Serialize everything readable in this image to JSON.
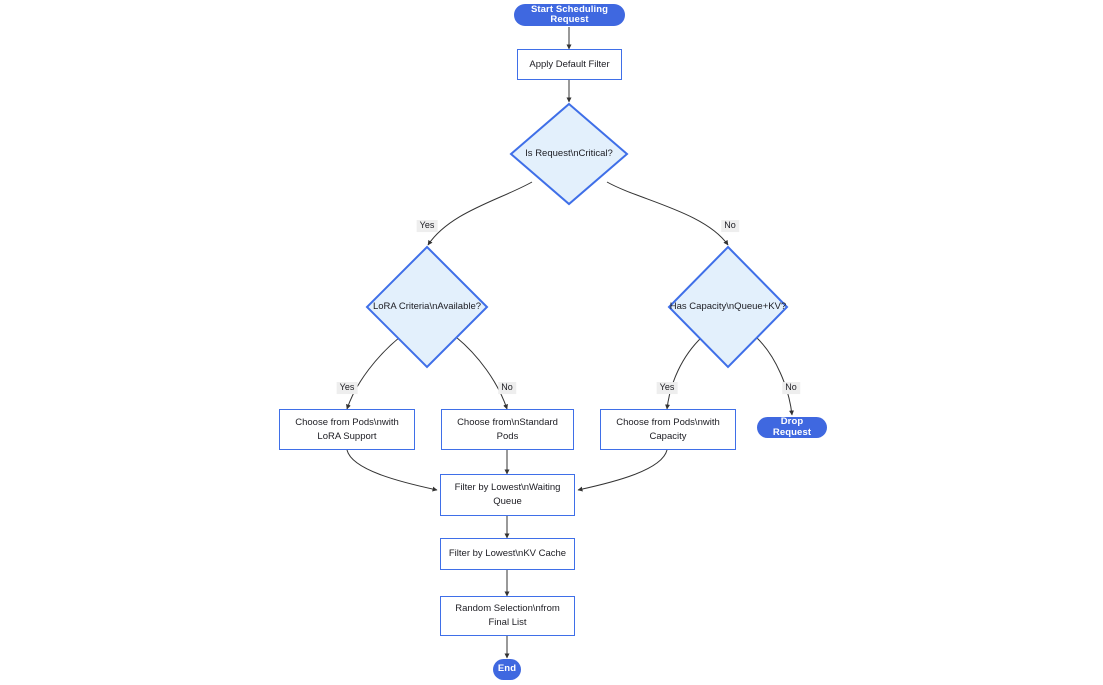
{
  "diagram": {
    "type": "flowchart",
    "title": "",
    "colors": {
      "terminal_fill": "#3f68e0",
      "terminal_text": "#ffffff",
      "process_fill": "#ffffff",
      "process_border": "#3f6fe8",
      "process_text": "#1c1c22",
      "decision_fill": "#e3f0fc",
      "decision_border": "#3f6fe8",
      "edge_stroke": "#333333",
      "edge_label_bg": "#eeeeee"
    },
    "nodes": {
      "start": {
        "label": "Start Scheduling Request",
        "shape": "pill"
      },
      "apply_default_filter": {
        "label": "Apply Default Filter",
        "shape": "rect"
      },
      "is_request_critical": {
        "label": "Is Request\\nCritical?",
        "shape": "diamond"
      },
      "lora_criteria_available": {
        "label": "LoRA Criteria\\nAvailable?",
        "shape": "diamond"
      },
      "has_capacity": {
        "label": "Has Capacity\\nQueue+KV?",
        "shape": "diamond"
      },
      "choose_lora_pods": {
        "label": "Choose from Pods\\nwith LoRA Support",
        "shape": "rect"
      },
      "choose_standard_pods": {
        "label": "Choose from\\nStandard Pods",
        "shape": "rect"
      },
      "choose_capacity_pods": {
        "label": "Choose from Pods\\nwith Capacity",
        "shape": "rect"
      },
      "drop_request": {
        "label": "Drop Request",
        "shape": "pill"
      },
      "filter_waiting_queue": {
        "label": "Filter by Lowest\\nWaiting Queue",
        "shape": "rect"
      },
      "filter_kv_cache": {
        "label": "Filter by Lowest\\nKV Cache",
        "shape": "rect"
      },
      "random_selection": {
        "label": "Random Selection\\nfrom Final List",
        "shape": "rect"
      },
      "end": {
        "label": "End",
        "shape": "pill"
      }
    },
    "edge_labels": {
      "critical_yes": "Yes",
      "critical_no": "No",
      "lora_yes": "Yes",
      "lora_no": "No",
      "capacity_yes": "Yes",
      "capacity_no": "No"
    },
    "edges": [
      {
        "from": "start",
        "to": "apply_default_filter",
        "label": ""
      },
      {
        "from": "apply_default_filter",
        "to": "is_request_critical",
        "label": ""
      },
      {
        "from": "is_request_critical",
        "to": "lora_criteria_available",
        "label": "Yes"
      },
      {
        "from": "is_request_critical",
        "to": "has_capacity",
        "label": "No"
      },
      {
        "from": "lora_criteria_available",
        "to": "choose_lora_pods",
        "label": "Yes"
      },
      {
        "from": "lora_criteria_available",
        "to": "choose_standard_pods",
        "label": "No"
      },
      {
        "from": "has_capacity",
        "to": "choose_capacity_pods",
        "label": "Yes"
      },
      {
        "from": "has_capacity",
        "to": "drop_request",
        "label": "No"
      },
      {
        "from": "choose_lora_pods",
        "to": "filter_waiting_queue",
        "label": ""
      },
      {
        "from": "choose_standard_pods",
        "to": "filter_waiting_queue",
        "label": ""
      },
      {
        "from": "choose_capacity_pods",
        "to": "filter_waiting_queue",
        "label": ""
      },
      {
        "from": "filter_waiting_queue",
        "to": "filter_kv_cache",
        "label": ""
      },
      {
        "from": "filter_kv_cache",
        "to": "random_selection",
        "label": ""
      },
      {
        "from": "random_selection",
        "to": "end",
        "label": ""
      }
    ]
  }
}
